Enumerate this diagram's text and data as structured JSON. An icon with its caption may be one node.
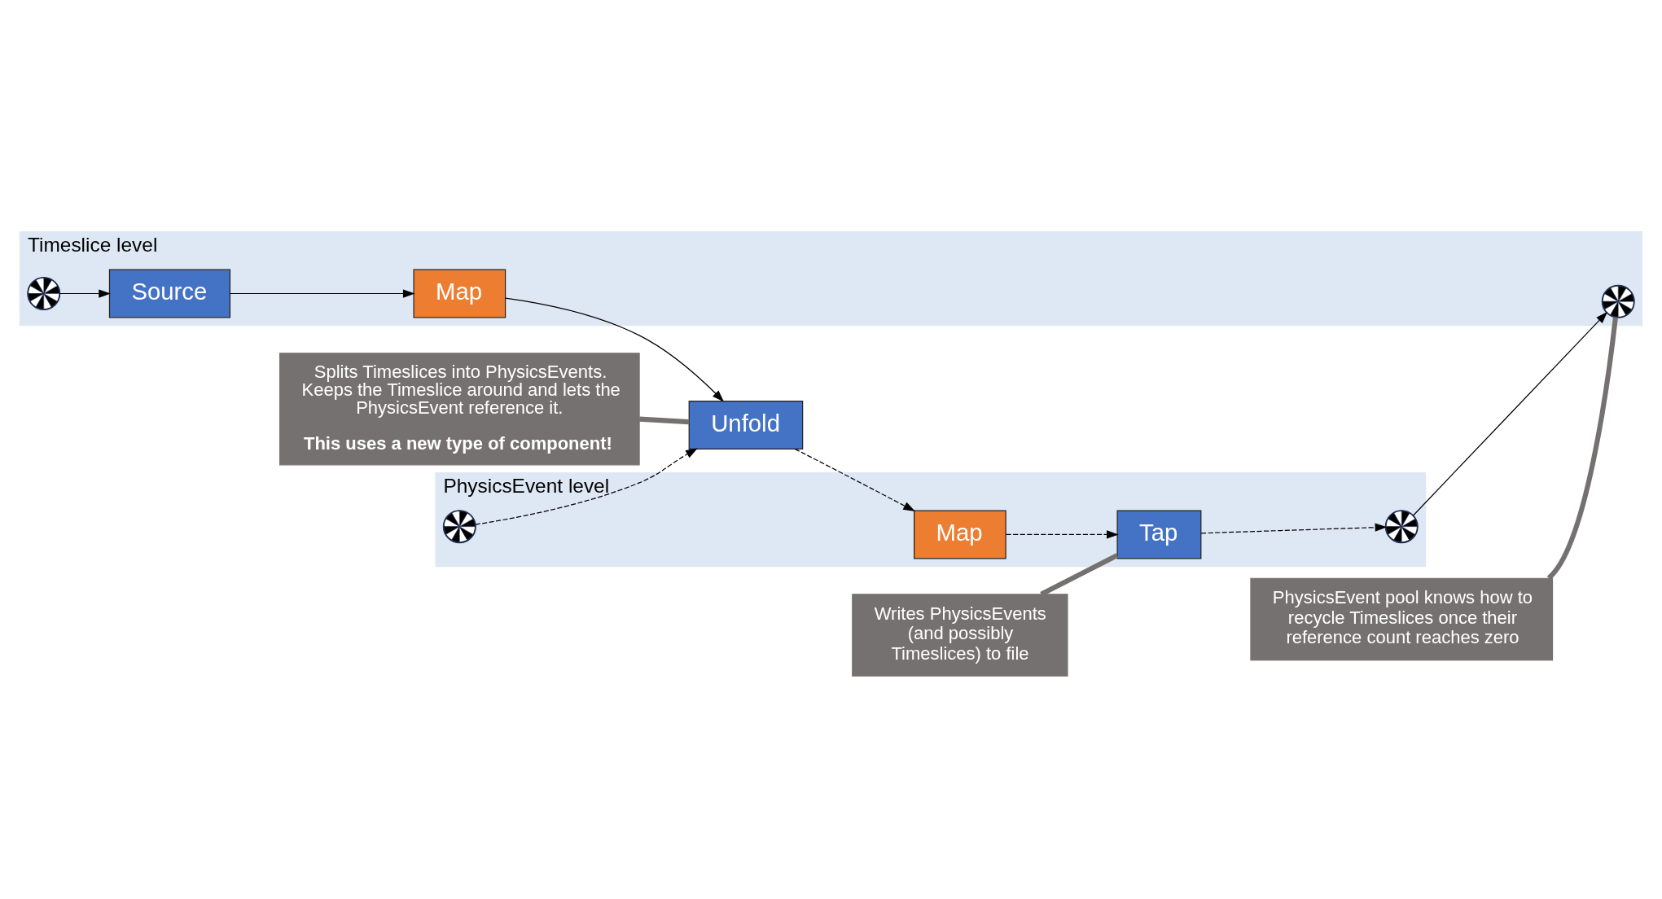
{
  "diagram": {
    "nodes": [
      {
        "text": [
          "Timeslice level"
        ]
      },
      {
        "text": [],
        "shape": "circle",
        "in": 0
      },
      {
        "text": [
          "Source"
        ],
        "in": 0
      },
      {
        "text": [
          "Map"
        ],
        "in": 0
      },
      {
        "text": [],
        "shape": "circle",
        "in": 0
      },
      {
        "text": [
          "PhysicsEvent level"
        ]
      },
      {
        "text": [],
        "shape": "circle",
        "in": 5
      },
      {
        "text": [
          "Unfold"
        ]
      },
      {
        "text": [
          "Map"
        ],
        "in": 5
      },
      {
        "text": [
          "Tap"
        ],
        "in": 5
      },
      {
        "text": [],
        "shape": "circle",
        "in": 5
      },
      {
        "text": [
          "PhysicsEvent pool knows how to recycle Timeslices once their reference count reaches zero"
        ]
      },
      {
        "text": [
          "Splits Timeslices into PhysicsEvents. Keeps the Timeslice around and lets the PhysicsEvent reference it.",
          "This uses a new type of component!"
        ]
      },
      {
        "text": [
          "Writes PhysicsEvents (and possibly Timeslices) to file"
        ]
      }
    ],
    "edges": [
      {
        "from": 1,
        "to": 2,
        "arrow": "to"
      },
      {
        "from": 2,
        "to": 3,
        "arrow": "to"
      },
      {
        "from": 3,
        "to": 7,
        "arrow": "to"
      },
      {
        "from": 6,
        "to": 7,
        "arrow": "to",
        "style": "dashed"
      },
      {
        "from": 7,
        "to": 8,
        "arrow": "to",
        "style": "dashed"
      },
      {
        "from": 8,
        "to": 9,
        "arrow": "to",
        "style": "dashed"
      },
      {
        "from": 9,
        "to": 10,
        "arrow": "to",
        "style": "dashed"
      },
      {
        "from": 10,
        "to": 4,
        "arrow": "to"
      },
      {
        "from": 11,
        "to": 4,
        "arrow": "none",
        "style": "thick",
        "color": "#767171"
      },
      {
        "from": 12,
        "to": 7,
        "arrow": "none",
        "style": "thick",
        "color": "#767171"
      },
      {
        "from": 13,
        "to": 9,
        "arrow": "none",
        "style": "thick",
        "color": "#767171"
      }
    ]
  }
}
